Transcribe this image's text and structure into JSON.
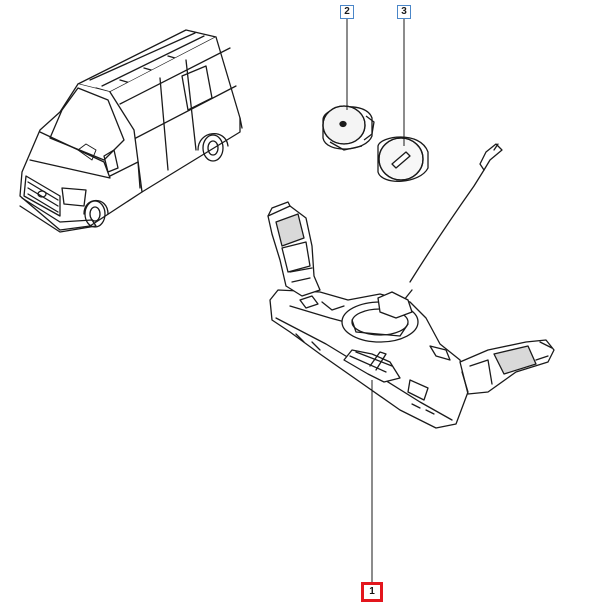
{
  "callouts": [
    {
      "label": "2",
      "state": "reference"
    },
    {
      "label": "3",
      "state": "reference"
    },
    {
      "label": "1",
      "state": "selected"
    }
  ],
  "colors": {
    "reference_border": "#4a86c8",
    "selected_border": "#e3161d",
    "line_art": "#1a1a1a",
    "background": "#ffffff"
  },
  "icons": [
    "van-illustration",
    "horn-button-icon",
    "key-cylinder-cover-icon",
    "steering-column-switch-icon"
  ]
}
